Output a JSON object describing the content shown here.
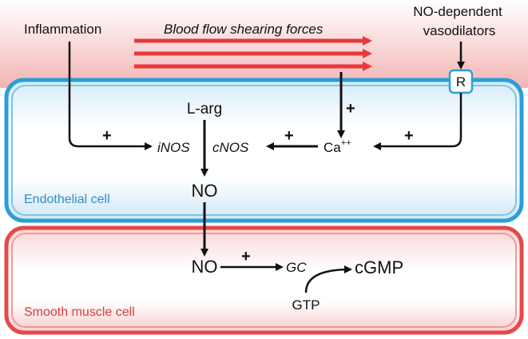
{
  "labels": {
    "inflammation": "Inflammation",
    "shear": "Blood flow shearing forces",
    "no_dep_line1": "NO-dependent",
    "no_dep_line2": "vasodilators",
    "receptor": "R",
    "larg": "L-arg",
    "inos": "iNOS",
    "cnos": "cNOS",
    "ca": "Ca",
    "ca_sup": "++",
    "no_endo": "NO",
    "no_smooth": "NO",
    "gc": "GC",
    "cgmp": "cGMP",
    "gtp": "GTP",
    "plus": "+",
    "endothelial": "Endothelial cell",
    "smooth": "Smooth muscle cell"
  },
  "colors": {
    "endothelial_border": "#2a9fd8",
    "smooth_border": "#e24a4a",
    "shear_arrows": "#e8383d",
    "top_band": "#f7c6c6"
  }
}
